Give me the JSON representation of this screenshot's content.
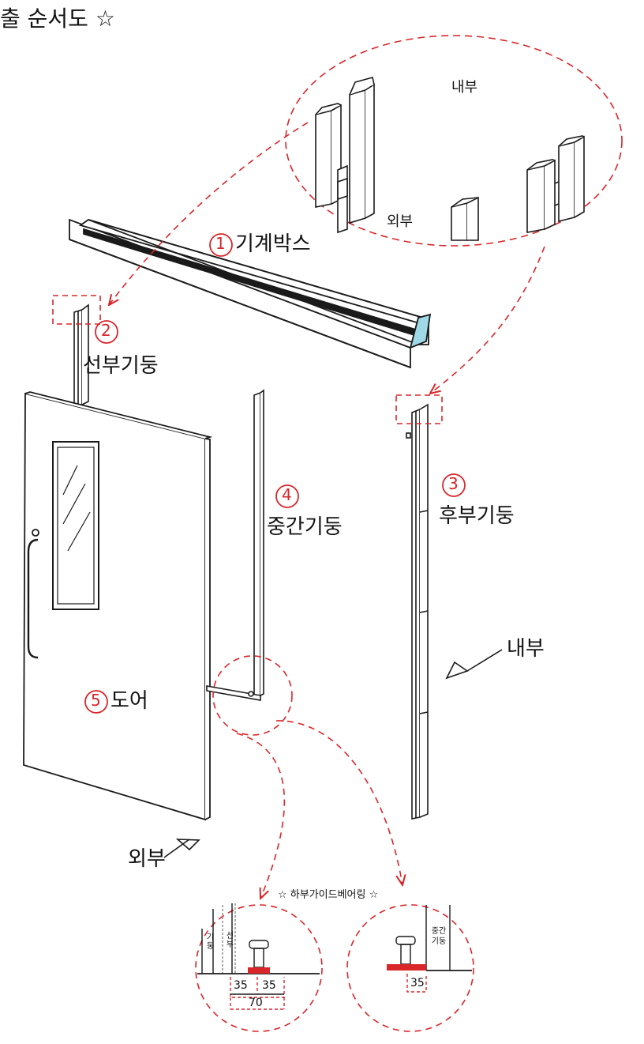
{
  "title": "출 순서도 ☆",
  "parts": {
    "p1": {
      "num": "1",
      "label": "기계박스"
    },
    "p2": {
      "num": "2",
      "label": "선부기둥"
    },
    "p3": {
      "num": "3",
      "label": "후부기둥"
    },
    "p4": {
      "num": "4",
      "label": "중간기둥"
    },
    "p5": {
      "num": "5",
      "label": "도어"
    }
  },
  "detail_top": {
    "inner": "내부",
    "outer": "외부"
  },
  "view_inner": "내부",
  "view_outer": "외부",
  "bearing_title": "☆ 하부가이드베어링 ☆",
  "bearing_left": {
    "dim_a": "35",
    "dim_b": "35",
    "dim_total": "70",
    "side_label_1": "기둥",
    "side_label_2": "선부"
  },
  "bearing_right": {
    "dim": "35",
    "side_label": "중간 기둥"
  },
  "colors": {
    "callout": "#d8262b",
    "line": "#1a1a1a",
    "glass": "#9fd8e6"
  }
}
